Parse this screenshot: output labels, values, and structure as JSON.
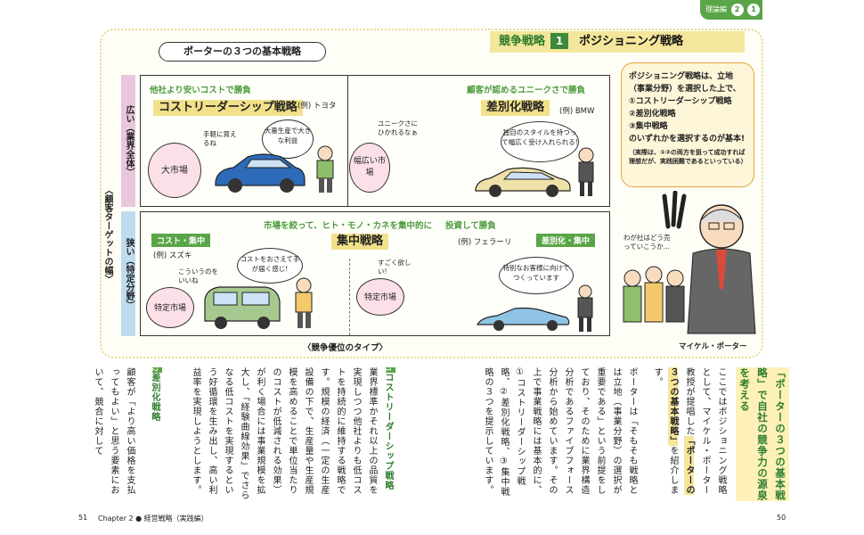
{
  "section_tab": {
    "label": "理論編",
    "num1": "2",
    "num2": "1"
  },
  "header": {
    "tag": "競争戦略",
    "num": "1",
    "title": "ポジショニング戦略"
  },
  "diagram": {
    "title": "ポーターの３つの基本戦略",
    "left_axis": "〈顧客ターゲットの幅〉",
    "wide_label": "広い（業界全体）",
    "narrow_label": "狭い（特定分野）",
    "bottom_axis": "〈競争優位のタイプ〉",
    "cost_lead": {
      "heading": "他社より安いコストで勝負",
      "name": "コストリーダーシップ戦略",
      "example": "(例) トヨタ",
      "bubble1": "手軽に買えるね",
      "bubble2": "大量生産で大きな利益",
      "blob": "大市場"
    },
    "diff": {
      "heading": "顧客が認めるユニークさで勝負",
      "name": "差別化戦略",
      "example": "(例) BMW",
      "note": "ユニークさにひかれるなぁ",
      "bubble": "独自のスタイルを持つって幅広く受け入れられる!",
      "blob": "幅広い市場"
    },
    "focus": {
      "heading_left": "市場を絞って、ヒト・モノ・カネを集中的に",
      "heading_right": "投資して勝負",
      "name": "集中戦略",
      "tag_left": "コスト・集中",
      "example_left": "(例) スズキ",
      "note_left": "こういうのをいいね",
      "bubble_left": "コストをおさえて手が届く感じ!",
      "blob_left": "特定市場",
      "tag_right": "差別化・集中",
      "example_right": "(例) フェラーリ",
      "note_right": "すごく欲しい!",
      "bubble_right": "特別なお客様に向けてつくっています",
      "blob_right": "特定市場"
    }
  },
  "explain": {
    "line1": "ポジショニング戦略は、立地（事業分野）を選択した上で、",
    "item1": "①コストリーダーシップ戦略",
    "item2": "②差別化戦略",
    "item3": "③集中戦略",
    "line2": "のいずれかを選択するのが基本!",
    "note": "（実際は、①②の両方を狙って成功すれば理想だが、実践困難であるといっている）"
  },
  "crowd_bubble": "わが社はどう売っていこうか…",
  "porter_label": "マイケル・ポーター",
  "text": {
    "heading": "「ポーターの３つの基本戦略」で自社の競争力の源泉を考える",
    "p1a": "ここではポジショニング戦略として、マイケル・ポーター教授が提唱した",
    "p1b": "「ポーターの３つの基本戦略」",
    "p1c": "を紹介します。",
    "p2a": "ポーターは「そもそも戦略とは立地（事業分野）の選択が重要である」という前提をしており、そのために業界構造分析であるファイブフォース分析から始めています。その上で事業戦略には基本的に、①コストリーダーシップ戦略、②差別化戦略、③集中戦略の３つを提示しています。",
    "s1_num": "1",
    "s1_title": "コストリーダーシップ戦略",
    "s1_body": "業界標準かそれ以上の品質を実現しつつ他社よりも低コストを持続的に維持する戦略です。規模の経済（一定の生産設備の下で、生産量や生産規模を高めることで単位当たりのコストが低減される効果）が利く場合には事業規模を拡大し、「経験曲線効果」でさらなる低コストを実現するという好循環を生み出し、高い利益率を実現しようとします。",
    "s2_num": "2",
    "s2_title": "差別化戦略",
    "s2_body": "顧客が「より高い価格を支払ってもよい」と思う要素において、競合に対して"
  },
  "footer": {
    "left_page": "51",
    "chapter": "Chapter 2 ● 経営戦略（実践編）",
    "right_page": "50"
  }
}
